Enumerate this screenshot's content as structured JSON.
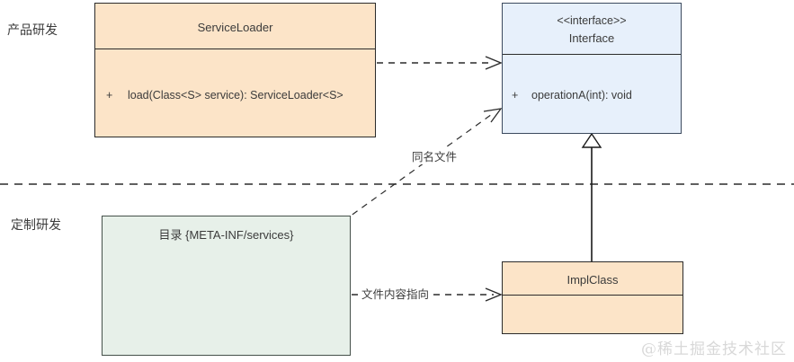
{
  "diagram": {
    "title": "ServiceLoader SPI UML Diagram",
    "lanes": [
      {
        "id": "product",
        "label": "产品研发"
      },
      {
        "id": "custom",
        "label": "定制研发"
      }
    ],
    "nodes": {
      "service_loader": {
        "name": "ServiceLoader",
        "visibility": "+",
        "method": "load(Class<S> service): ServiceLoader<S>",
        "fill": "#fce4c8",
        "stroke": "#2b2b2b"
      },
      "interface": {
        "stereotype": "<<interface>>",
        "name": "Interface",
        "visibility": "+",
        "method": "operationA(int): void",
        "fill": "#e7f0fb",
        "stroke": "#3c4a5e"
      },
      "impl_class": {
        "name": "ImplClass",
        "fill": "#fce4c8",
        "stroke": "#2b2b2b"
      },
      "services_dir": {
        "label": "目录 {META-INF/services}",
        "fill": "#e7f0e9",
        "stroke": "#45504a",
        "file_fill": "#fcdad3",
        "file_stroke": "#6b4a3e"
      }
    },
    "edges": [
      {
        "id": "loader-to-interface",
        "label": "",
        "style": "dashed",
        "arrow": "open"
      },
      {
        "id": "file-to-interface",
        "label": "同名文件",
        "style": "dashed",
        "arrow": "open"
      },
      {
        "id": "file-to-impl",
        "label": "文件内容指向",
        "style": "dashed",
        "arrow": "open"
      },
      {
        "id": "impl-implements-interface",
        "label": "",
        "style": "solid",
        "arrow": "hollow-triangle"
      }
    ],
    "watermark": "@稀土掘金技术社区"
  }
}
